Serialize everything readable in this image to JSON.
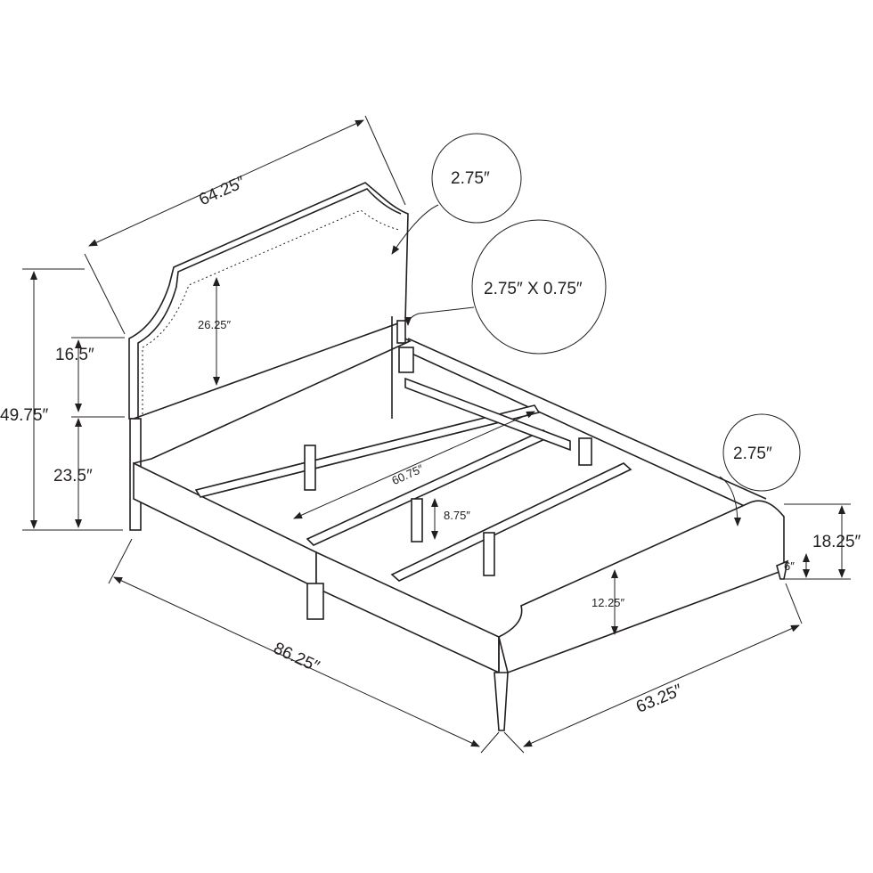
{
  "title": "Bed dimensions diagram",
  "dimensions": {
    "headboard_width": "64.25″",
    "headboard_thickness": "2.75″",
    "post_section": "2.75″ X 0.75″",
    "headboard_panel_height": "26.25″",
    "headboard_upper": "16.5″",
    "total_height": "49.75″",
    "headboard_lower": "23.5″",
    "inner_width": "60.75″",
    "slat_clearance": "8.75″",
    "footboard_thickness": "2.75″",
    "footboard_height": "18.25″",
    "leg_height": "6″",
    "rail_height": "12.25″",
    "total_length": "86.25″",
    "total_width": "63.25″"
  },
  "colors": {
    "line": "#231f20",
    "background": "#ffffff"
  }
}
